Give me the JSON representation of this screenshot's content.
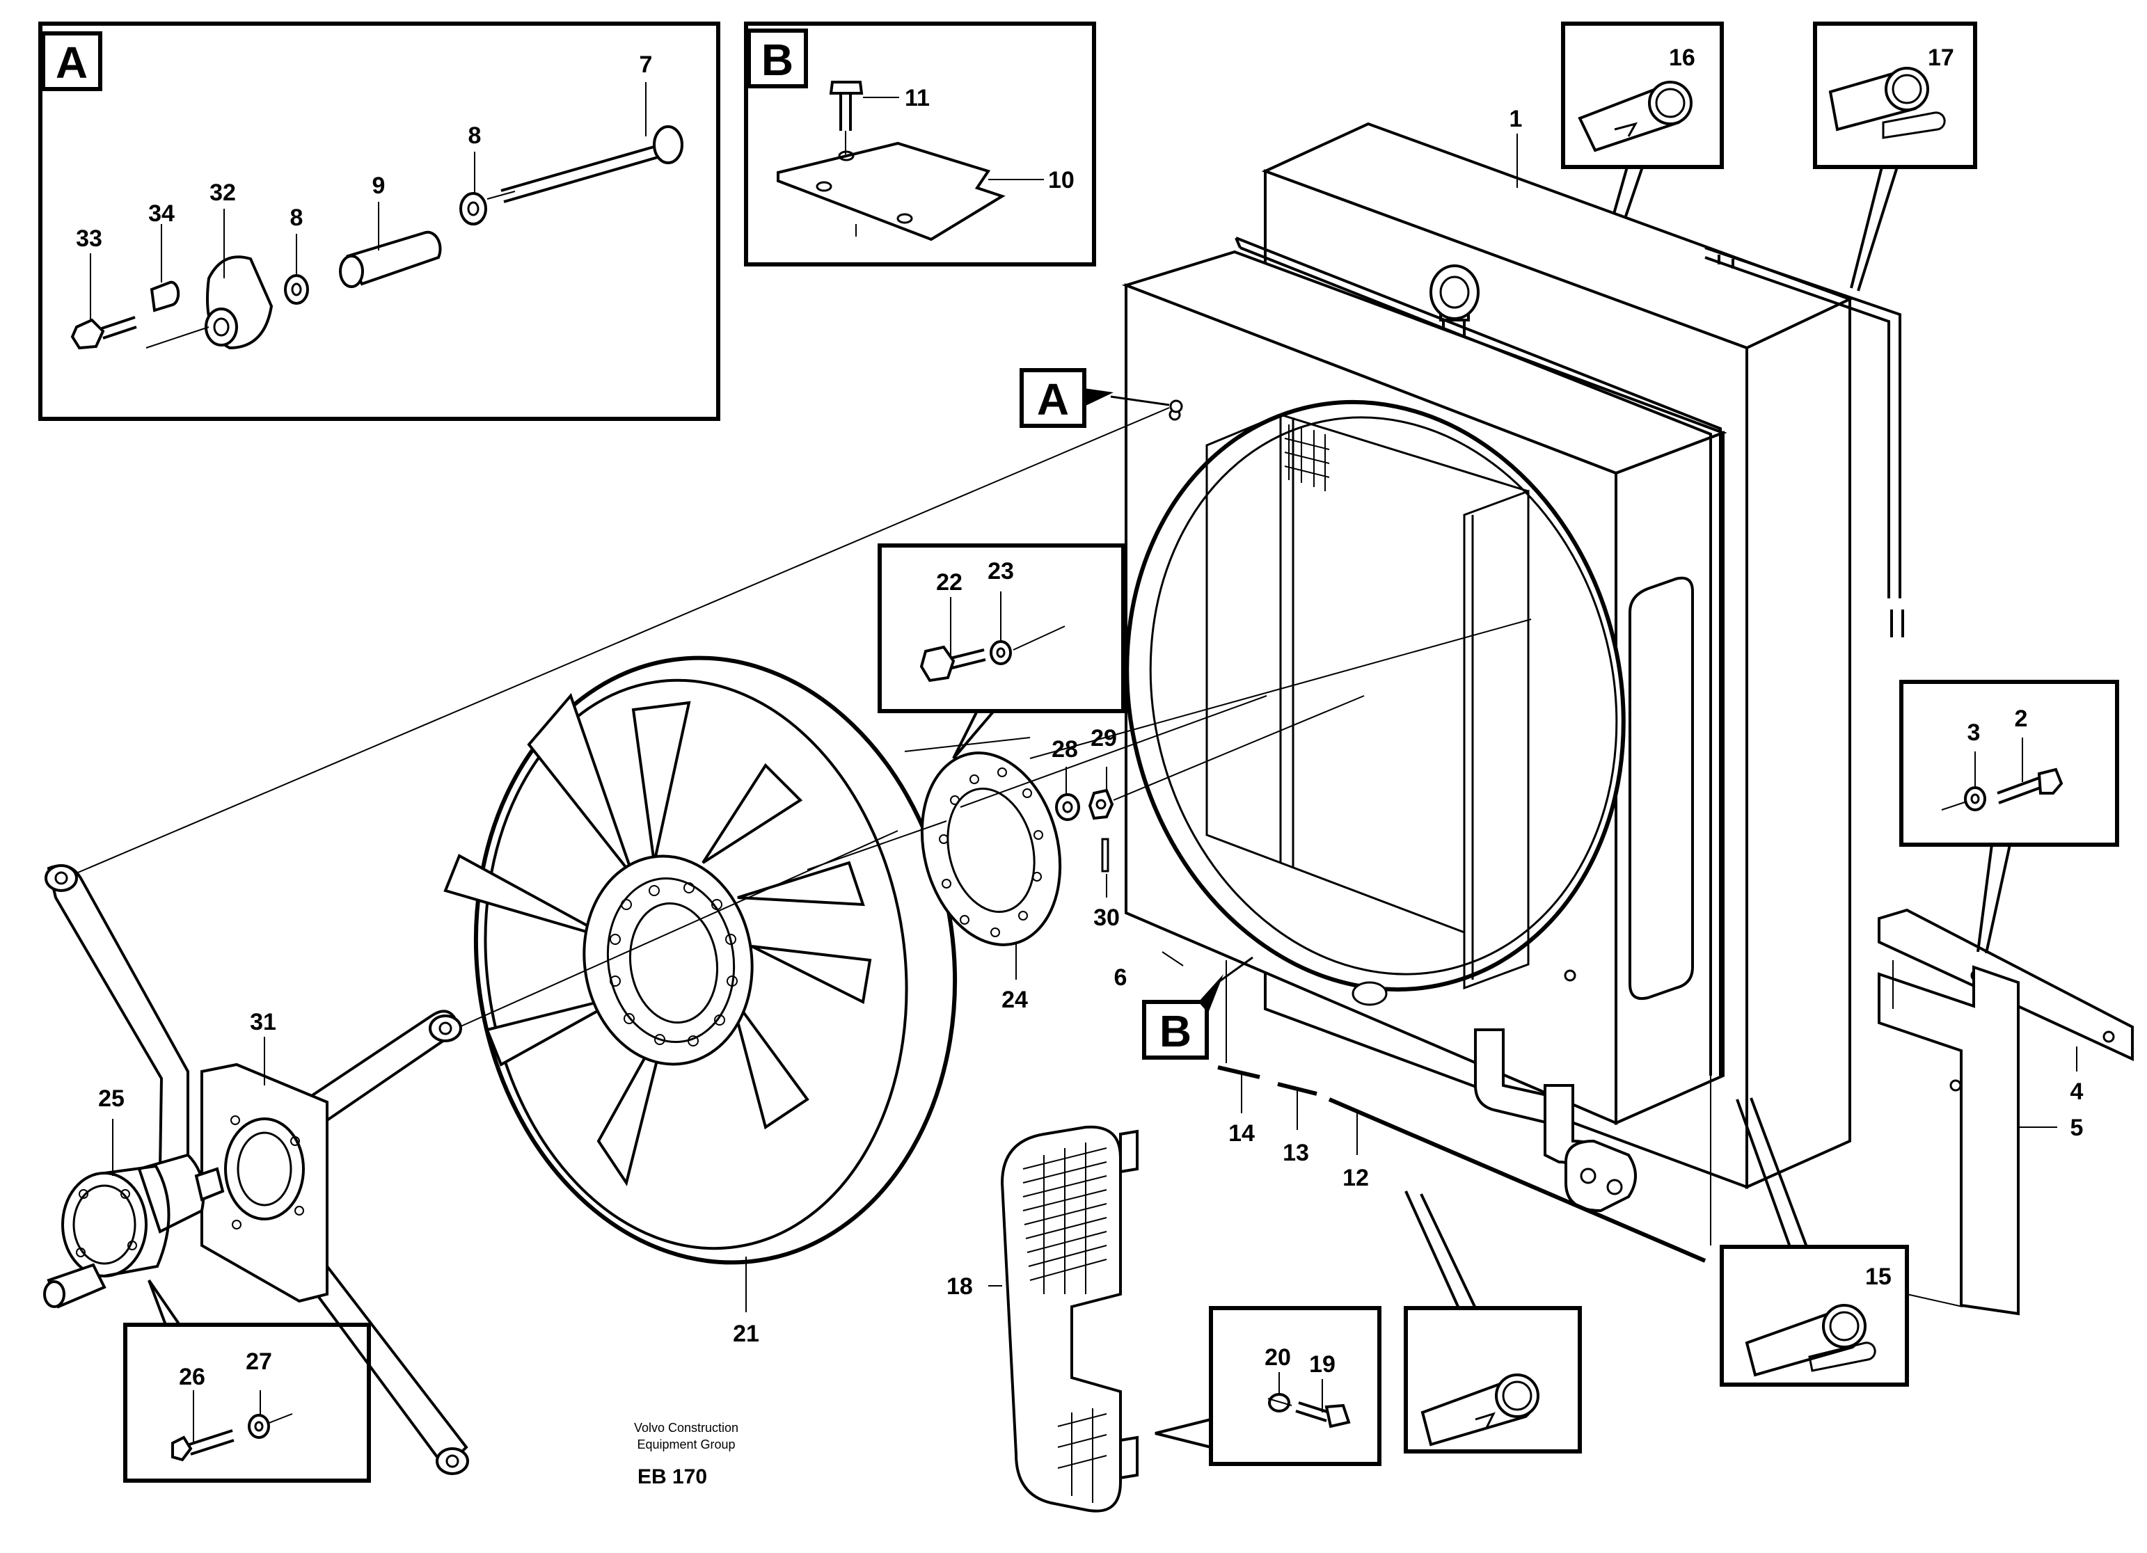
{
  "callouts": {
    "A": "A",
    "B": "B"
  },
  "part_numbers": {
    "p1": "1",
    "p2": "2",
    "p3": "3",
    "p4": "4",
    "p5": "5",
    "p6": "6",
    "p7": "7",
    "p8a": "8",
    "p8b": "8",
    "p9": "9",
    "p10": "10",
    "p11": "11",
    "p12": "12",
    "p13": "13",
    "p14": "14",
    "p15": "15",
    "p16": "16",
    "p17": "17",
    "p18": "18",
    "p19": "19",
    "p20": "20",
    "p21": "21",
    "p22": "22",
    "p23": "23",
    "p24": "24",
    "p25": "25",
    "p26": "26",
    "p27": "27",
    "p28": "28",
    "p29": "29",
    "p30": "30",
    "p31": "31",
    "p32": "32",
    "p33": "33",
    "p34": "34"
  },
  "footer": {
    "line1": "Volvo Construction",
    "line2": "Equipment Group",
    "code": "EB 170"
  }
}
